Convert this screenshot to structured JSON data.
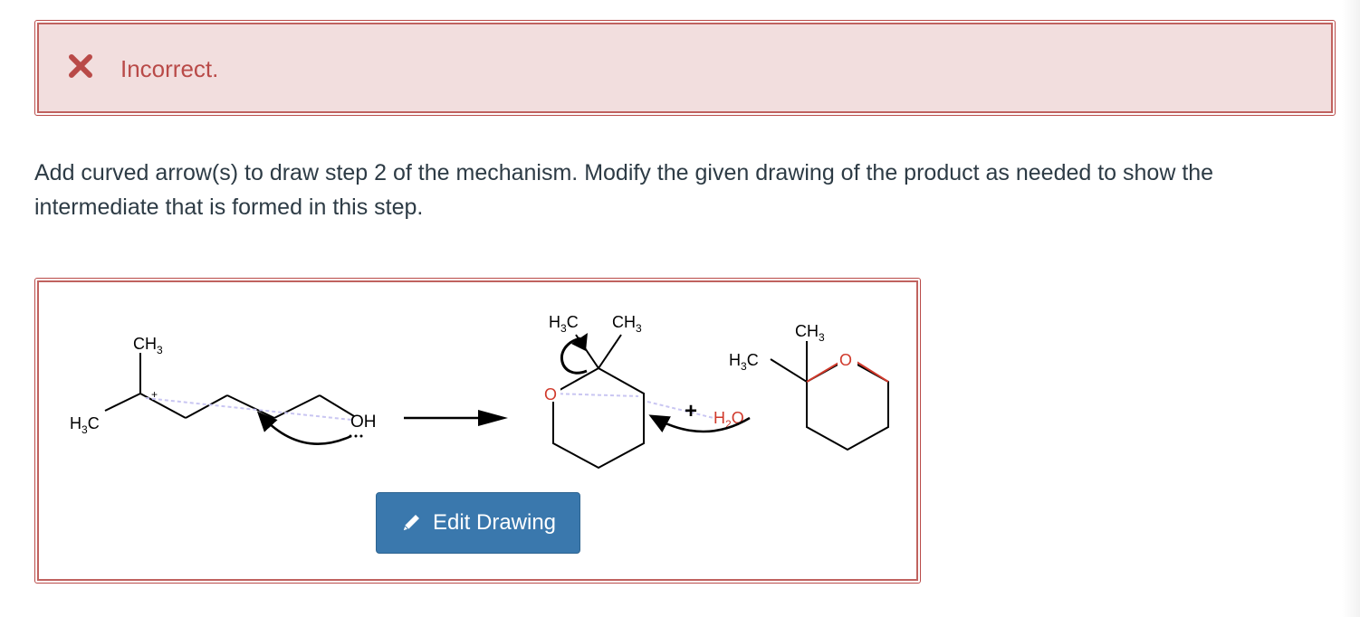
{
  "alert": {
    "icon": "x-mark-icon",
    "text": "Incorrect.",
    "color": "#b94a48",
    "background": "#f2dede"
  },
  "question": {
    "text": "Add curved arrow(s) to draw step 2 of the mechanism. Modify the given drawing of the product as needed to show the intermediate that is formed in this step."
  },
  "drawing": {
    "reactant": {
      "ch3_top": "CH",
      "ch3_left": "H",
      "c_left": "C",
      "charge": "+",
      "oh": "OH",
      "sub3": "3"
    },
    "intermediate": {
      "h3c": "H",
      "c": "C",
      "ch3": "CH",
      "o": "O",
      "plus": "+",
      "h2o": "H",
      "o2": "O",
      "sub3": "3",
      "sub2": "2"
    },
    "product": {
      "ch3": "CH",
      "h3c": "H",
      "c": "C",
      "o": "O",
      "sub3": "3"
    }
  },
  "edit_button": {
    "label": "Edit Drawing",
    "icon": "pencil-icon",
    "color": "#3a78ad"
  }
}
